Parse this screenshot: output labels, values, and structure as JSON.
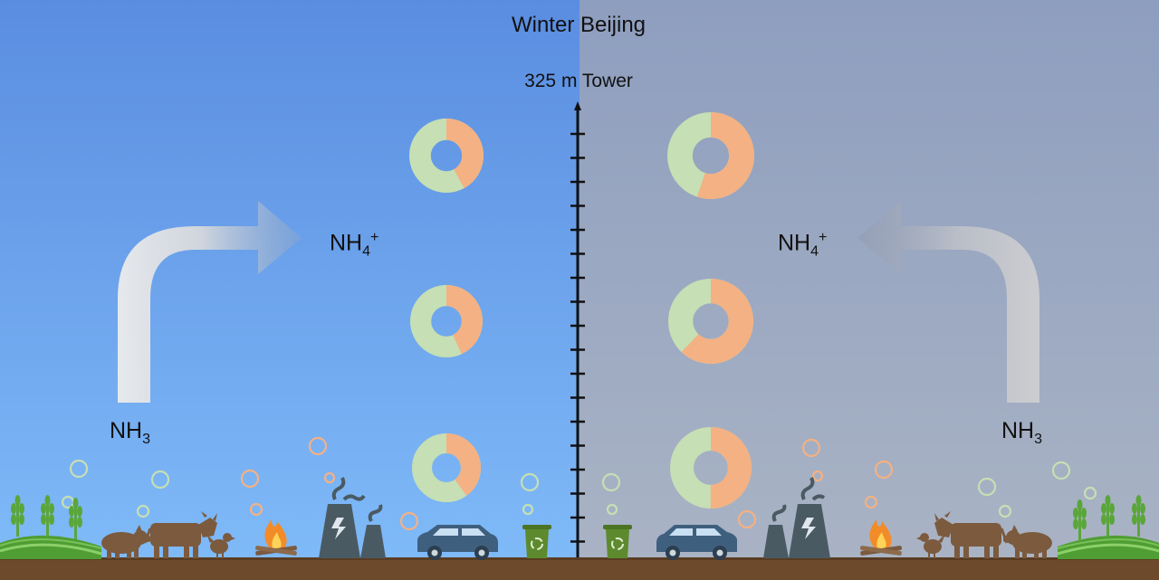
{
  "title": "Winter Beijing",
  "tower_label": "325 m Tower",
  "left": {
    "product": {
      "base": "NH",
      "sub": "4",
      "sup": "+"
    },
    "source": {
      "base": "NH",
      "sub": "3"
    }
  },
  "right": {
    "product": {
      "base": "NH",
      "sub": "4",
      "sup": "+"
    },
    "source": {
      "base": "NH",
      "sub": "3"
    }
  },
  "colors": {
    "sky_left_top": "#5b8fdf",
    "sky_left_bottom": "#7cb7f7",
    "sky_right_top": "#8f9fbe",
    "sky_right_bottom": "#a8b3c4",
    "ground": "#6d4a2c",
    "donut_green": "#c6dfb4",
    "donut_orange": "#f4b183",
    "tower": "#111111",
    "factory": "#4a5a63",
    "car": "#3f5f7e",
    "animal": "#7b5a3e",
    "fire": "#f28c28",
    "bin": "#5d8a2e",
    "crop": "#5aa63a"
  },
  "donuts": [
    {
      "side": "left",
      "level": "top",
      "green_fraction": 0.58,
      "orange_fraction": 0.42
    },
    {
      "side": "left",
      "level": "middle",
      "green_fraction": 0.57,
      "orange_fraction": 0.43
    },
    {
      "side": "left",
      "level": "bottom",
      "green_fraction": 0.6,
      "orange_fraction": 0.4
    },
    {
      "side": "right",
      "level": "top",
      "green_fraction": 0.45,
      "orange_fraction": 0.55
    },
    {
      "side": "right",
      "level": "middle",
      "green_fraction": 0.38,
      "orange_fraction": 0.62
    },
    {
      "side": "right",
      "level": "bottom",
      "green_fraction": 0.5,
      "orange_fraction": 0.5
    }
  ],
  "icons": {
    "left": [
      "crops-icon",
      "pig-icon",
      "cow-icon",
      "chicken-icon",
      "campfire-icon",
      "factory-icon",
      "car-icon",
      "recycle-bin-icon"
    ],
    "right": [
      "recycle-bin-icon",
      "car-icon",
      "factory-icon",
      "campfire-icon",
      "chicken-icon",
      "cow-icon",
      "pig-icon",
      "crops-icon"
    ]
  }
}
